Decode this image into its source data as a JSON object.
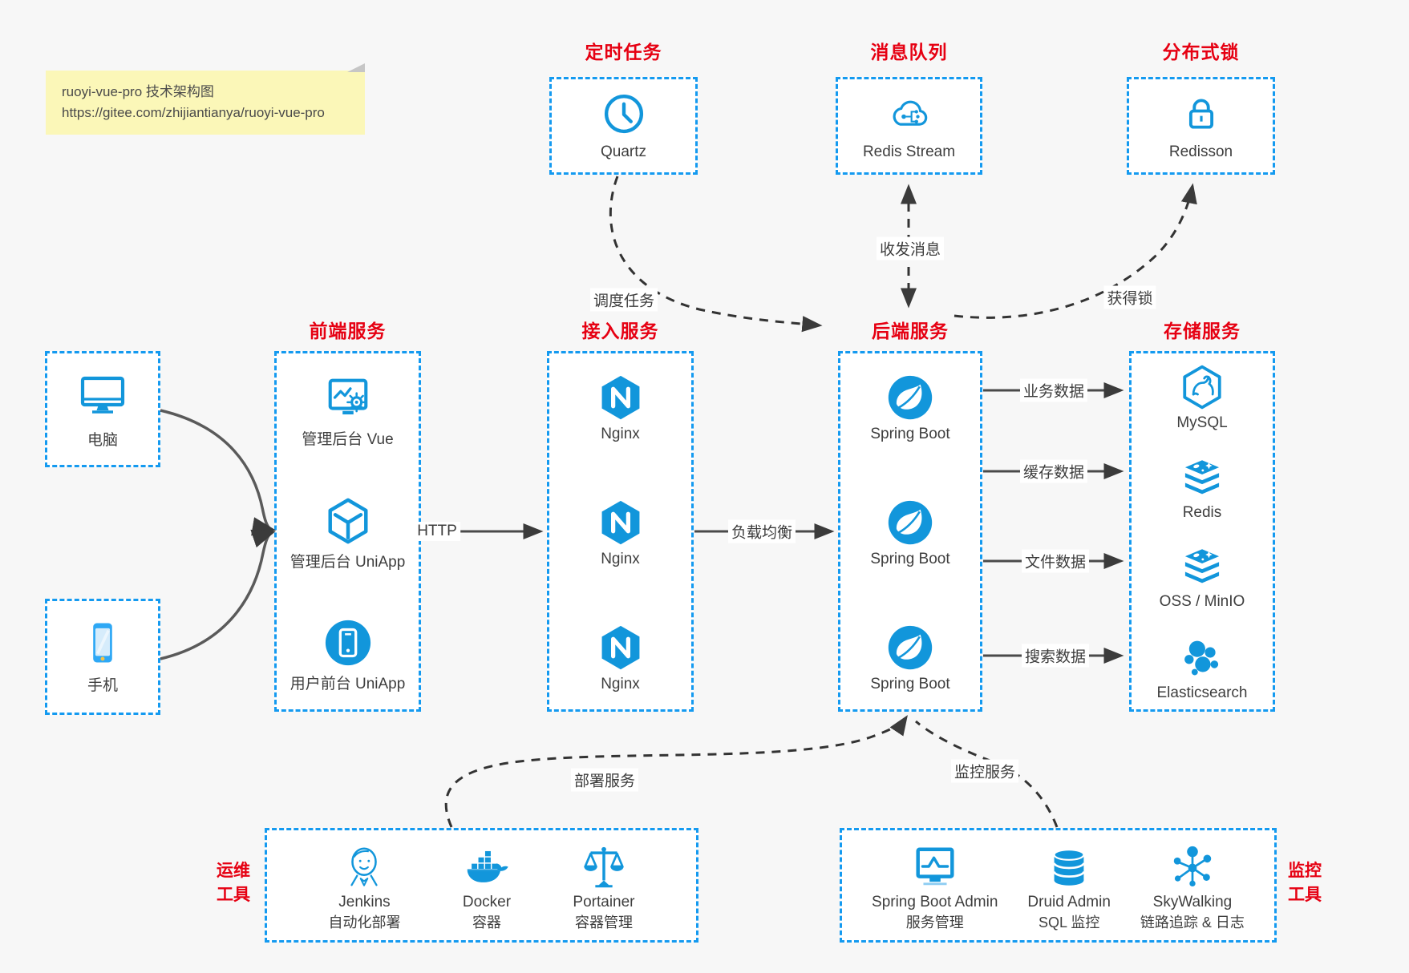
{
  "note": {
    "line1": "ruoyi-vue-pro 技术架构图",
    "line2": "https://gitee.com/zhijiantianya/ruoyi-vue-pro"
  },
  "colors": {
    "icon_blue": "#1296db",
    "border_blue": "#149af0",
    "title_red": "#e60012",
    "label_text": "#3e3e3e",
    "note_bg": "#fbf7b8",
    "page_bg": "#f7f7f7",
    "arrow_gray": "#4a4a4a",
    "dashed_black": "#333333"
  },
  "top_groups": [
    {
      "title": "定时任务",
      "label": "Quartz",
      "icon": "clock-icon"
    },
    {
      "title": "消息队列",
      "label": "Redis Stream",
      "icon": "cloud-stream-icon"
    },
    {
      "title": "分布式锁",
      "label": "Redisson",
      "icon": "lock-icon"
    }
  ],
  "clients": [
    {
      "label": "电脑",
      "icon": "desktop-icon"
    },
    {
      "label": "手机",
      "icon": "smartphone-icon"
    }
  ],
  "columns": {
    "frontend": {
      "title": "前端服务",
      "items": [
        {
          "label": "管理后台 Vue",
          "icon": "admin-vue-icon"
        },
        {
          "label": "管理后台 UniApp",
          "icon": "uniapp-cube-icon"
        },
        {
          "label": "用户前台 UniApp",
          "icon": "mobile-app-icon"
        }
      ]
    },
    "gateway": {
      "title": "接入服务",
      "items": [
        {
          "label": "Nginx",
          "icon": "nginx-icon"
        },
        {
          "label": "Nginx",
          "icon": "nginx-icon"
        },
        {
          "label": "Nginx",
          "icon": "nginx-icon"
        }
      ]
    },
    "backend": {
      "title": "后端服务",
      "items": [
        {
          "label": "Spring Boot",
          "icon": "spring-leaf-icon"
        },
        {
          "label": "Spring Boot",
          "icon": "spring-leaf-icon"
        },
        {
          "label": "Spring Boot",
          "icon": "spring-leaf-icon"
        }
      ]
    },
    "storage": {
      "title": "存储服务",
      "items": [
        {
          "label": "MySQL",
          "icon": "mysql-dolphin-icon"
        },
        {
          "label": "Redis",
          "icon": "layer-stack-icon"
        },
        {
          "label": "OSS / MinIO",
          "icon": "layer-stack-icon"
        },
        {
          "label": "Elasticsearch",
          "icon": "elasticsearch-cluster-icon"
        }
      ]
    }
  },
  "edges": {
    "http": "HTTP",
    "load_balance": "负载均衡",
    "schedule_task": "调度任务",
    "send_receive_msg": "收发消息",
    "acquire_lock": "获得锁",
    "business_data": "业务数据",
    "cache_data": "缓存数据",
    "file_data": "文件数据",
    "search_data": "搜索数据",
    "deploy_service": "部署服务",
    "monitor_service": "监控服务"
  },
  "ops_group": {
    "side_label_line1": "运维",
    "side_label_line2": "工具",
    "items": [
      {
        "name": "Jenkins",
        "desc": "自动化部署",
        "icon": "jenkins-icon"
      },
      {
        "name": "Docker",
        "desc": "容器",
        "icon": "docker-whale-icon"
      },
      {
        "name": "Portainer",
        "desc": "容器管理",
        "icon": "scales-icon"
      }
    ]
  },
  "monitor_group": {
    "side_label_line1": "监控",
    "side_label_line2": "工具",
    "items": [
      {
        "name": "Spring Boot Admin",
        "desc": "服务管理",
        "icon": "monitor-pulse-icon"
      },
      {
        "name": "Druid Admin",
        "desc": "SQL 监控",
        "icon": "database-icon"
      },
      {
        "name": "SkyWalking",
        "desc": "链路追踪 & 日志",
        "icon": "topology-icon"
      }
    ]
  }
}
